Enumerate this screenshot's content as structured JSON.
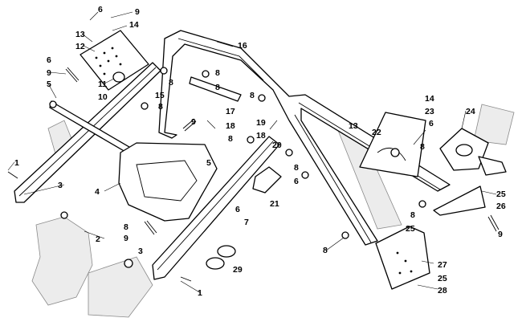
{
  "callouts": {
    "c1": "6",
    "c2": "9",
    "c3": "14",
    "c4": "13",
    "c5": "12",
    "c6": "6",
    "c7": "9",
    "c8": "5",
    "c9": "11",
    "c10": "10",
    "c11": "15",
    "c12": "8",
    "c13": "8",
    "c14": "16",
    "c15": "8",
    "c16": "8",
    "c17": "17",
    "c18": "18",
    "c19": "9",
    "c20": "8",
    "c21": "19",
    "c22": "18",
    "c23": "20",
    "c24": "14",
    "c25": "23",
    "c26": "22",
    "c27": "13",
    "c28": "6",
    "c29": "8",
    "c30": "24",
    "c31": "1",
    "c32": "3",
    "c33": "4",
    "c34": "5",
    "c35": "6",
    "c36": "7",
    "c37": "8",
    "c38": "21",
    "c39": "6",
    "c40": "8",
    "c41": "2",
    "c42": "8",
    "c43": "9",
    "c44": "3",
    "c45": "29",
    "c46": "1",
    "c47": "8",
    "c48": "25",
    "c49": "26",
    "c50": "9",
    "c51": "8",
    "c52": "25",
    "c53": "27",
    "c54": "25",
    "c55": "28"
  }
}
